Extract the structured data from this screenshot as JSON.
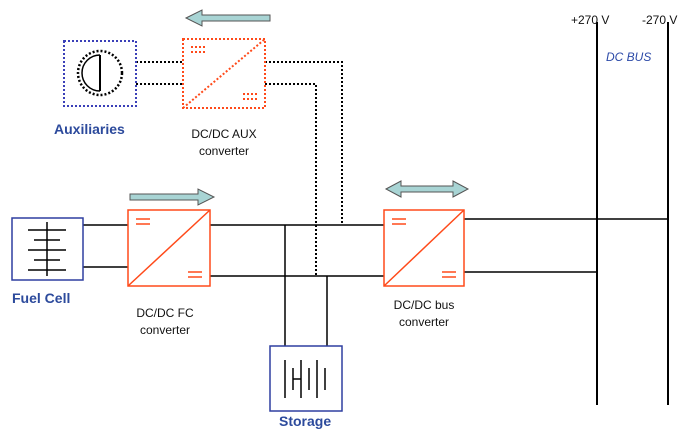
{
  "labels": {
    "auxiliaries": "Auxiliaries",
    "fuel_cell": "Fuel Cell",
    "storage": "Storage",
    "aux_converter_line1": "DC/DC AUX",
    "aux_converter_line2": "converter",
    "fc_converter_line1": "DC/DC FC",
    "fc_converter_line2": "converter",
    "bus_converter_line1": "DC/DC bus",
    "bus_converter_line2": "converter",
    "pos_voltage": "+270 V",
    "neg_voltage": "-270 V",
    "dc_bus": "DC BUS"
  },
  "colors": {
    "converter_border": "#ff4a1a",
    "blue_border": "#2f3fa0",
    "aux_border": "#3a3fb8",
    "arrow_fill": "#a8d4d4",
    "label_blue": "#2c4a9c"
  },
  "icons": {
    "auxiliaries": "fan-icon",
    "fuel_cell": "fuel-cell-icon",
    "storage": "battery-icon",
    "converter": "dc-dc-converter-icon"
  }
}
